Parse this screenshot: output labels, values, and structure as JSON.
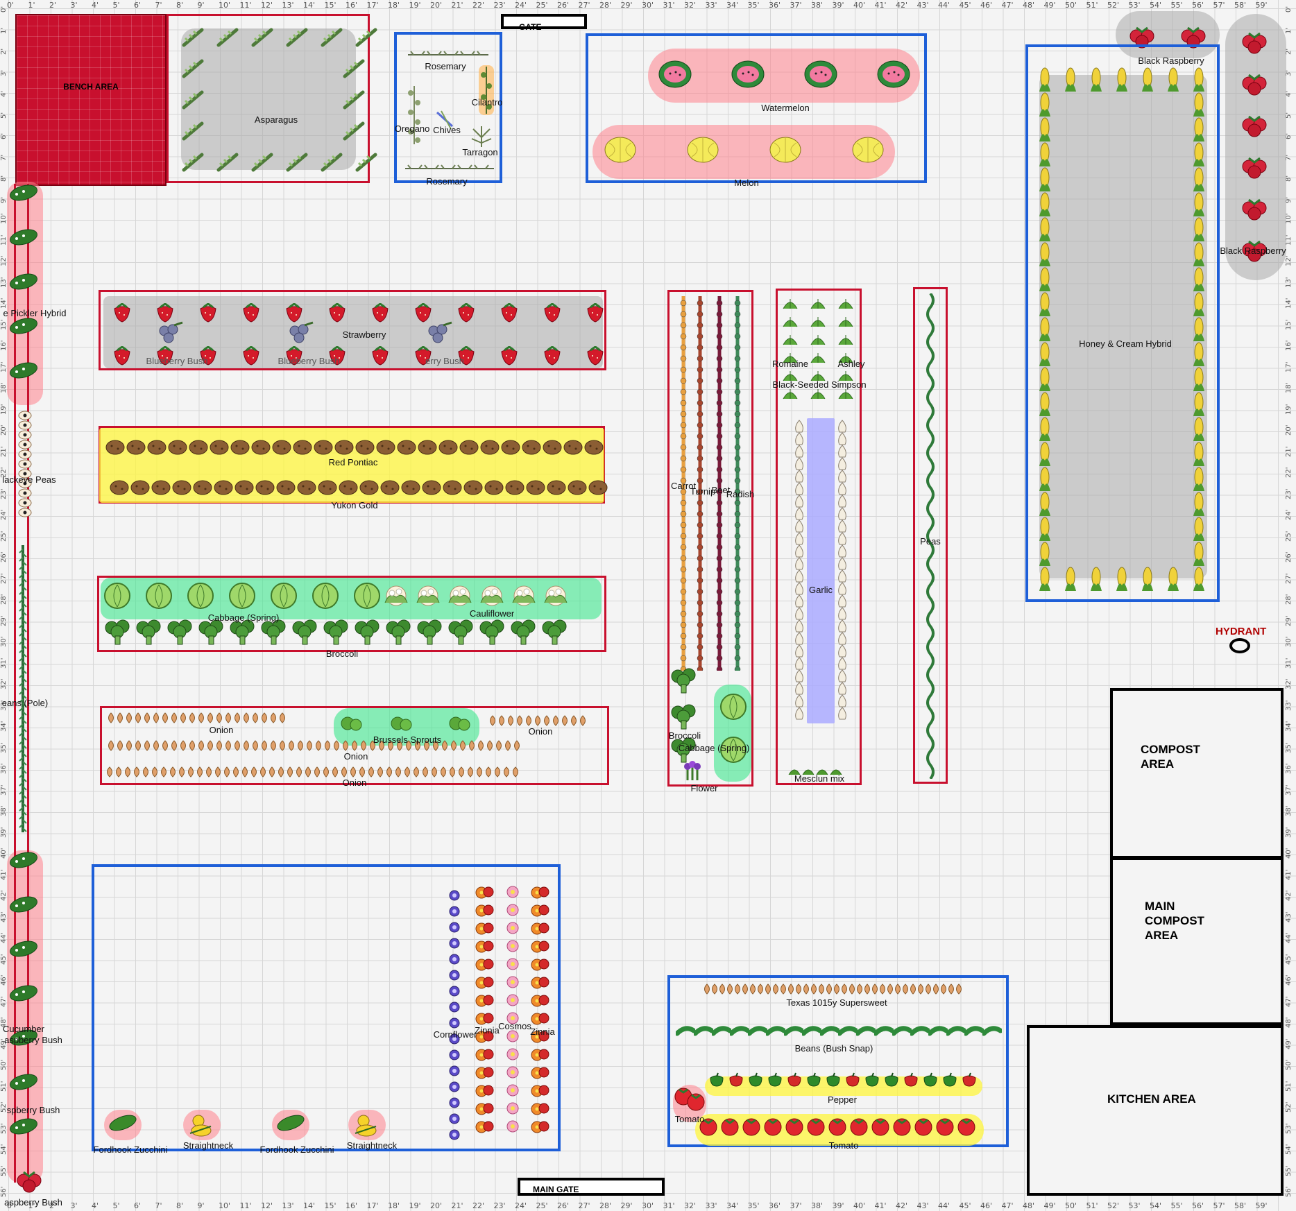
{
  "ruler": {
    "ticks": [
      "0'",
      "1'",
      "2'",
      "3'",
      "4'",
      "5'",
      "6'",
      "7'",
      "8'",
      "9'",
      "10'",
      "11'",
      "12'",
      "13'",
      "14'",
      "15'",
      "16'",
      "17'",
      "18'",
      "19'",
      "20'",
      "21'",
      "22'",
      "23'",
      "24'",
      "25'",
      "26'",
      "27'",
      "28'",
      "29'",
      "30'",
      "31'",
      "32'",
      "33'",
      "34'",
      "35'",
      "36'",
      "37'",
      "38'",
      "39'",
      "40'",
      "41'",
      "42'",
      "43'",
      "44'",
      "45'",
      "46'",
      "47'",
      "48'",
      "49'",
      "50'",
      "51'",
      "52'",
      "53'",
      "54'",
      "55'",
      "56'",
      "57'",
      "58'",
      "59'"
    ]
  },
  "colors": {
    "bench": "#c8102e",
    "red_bed_border": "#c8102e",
    "blue_bed_border": "#1e5fd8",
    "hydrant_label": "#b00000"
  },
  "areas": {
    "bench": "BENCH AREA",
    "gate": "GATE",
    "main_gate": "MAIN GATE",
    "hydrant": "HYDRANT",
    "compost": [
      "COMPOST",
      "AREA"
    ],
    "main_compost": [
      "MAIN",
      "COMPOST",
      "AREA"
    ],
    "kitchen": "KITCHEN AREA"
  },
  "labels": {
    "asparagus": "Asparagus",
    "rosemary_top": "Rosemary",
    "cilantro": "Cilantro",
    "oregano": "Oregano",
    "chives": "Chives",
    "tarragon": "Tarragon",
    "rosemary_bottom": "Rosemary",
    "watermelon": "Watermelon",
    "melon": "Melon",
    "black_raspberry_top": "Black Raspberry",
    "black_raspberry_right": "Black Raspberry",
    "honey_cream": "Honey & Cream Hybrid",
    "pickler": "e Pickler Hybrid",
    "blackeye_peas": "lackeye Peas",
    "beans_pole": "eans (Pole)",
    "cucumber": "Cucumber",
    "raspberry_bush_1": "aspberry Bush",
    "raspberry_bush_2": "spberry Bush",
    "raspberry_bush_3": "aspberry Bush",
    "strawberry": "Strawberry",
    "blueberry_1": "Blueberry Bush",
    "blueberry_2": "Blueberry Bush",
    "blueberry_3": "erry Bush",
    "red_pontiac": "Red Pontiac",
    "yukon_gold": "Yukon Gold",
    "cabbage_spring": "Cabbage (Spring)",
    "cauliflower": "Cauliflower",
    "broccoli_row": "Broccoli",
    "onion_1": "Onion",
    "brussels": "Brussels Sprouts",
    "onion_2": "Onion",
    "onion_3": "Onion",
    "onion_4": "Onion",
    "carrot": "Carrot",
    "turnip": "Turnip",
    "beet": "Beet",
    "radish": "Radish",
    "broccoli_small": "Broccoli",
    "cabbage_small": "Cabbage (Spring)",
    "flower": "Flower",
    "romaine": "Romaine",
    "ashley": "Ashley",
    "black_seeded": "Black-Seeded Simpson",
    "garlic": "Garlic",
    "mesclun": "Mesclun mix",
    "peas": "Peas",
    "cornflower": "Cornflower",
    "zinnia_1": "Zinnia",
    "cosmos": "Cosmos",
    "zinnia_2": "Zinnia",
    "fordhook_1": "Fordhook Zucchini",
    "straightneck_1": "Straightneck",
    "fordhook_2": "Fordhook Zucchini",
    "straightneck_2": "Straightneck",
    "texas_onion": "Texas 1015y Supersweet",
    "beans_bush": "Beans (Bush Snap)",
    "pepper": "Pepper",
    "tomato_small": "Tomato",
    "tomato_row": "Tomato"
  }
}
